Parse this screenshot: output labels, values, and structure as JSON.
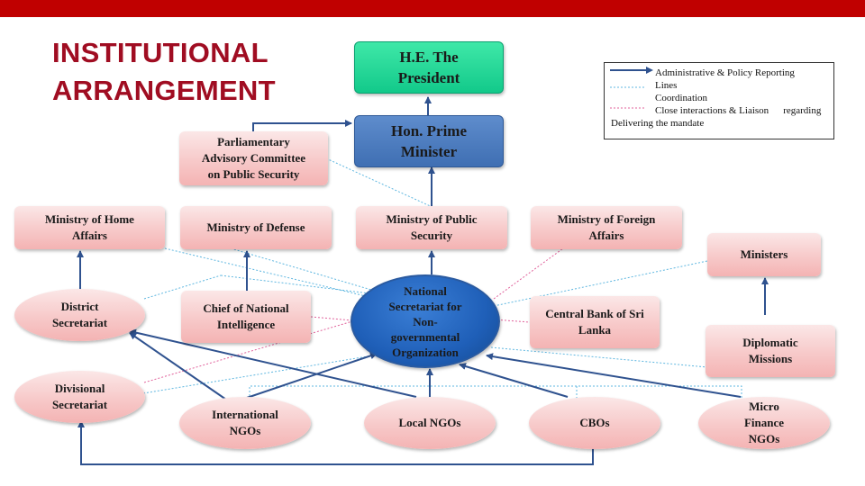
{
  "colors": {
    "top_bar": "#c00000",
    "title": "#a00d22",
    "president_fill": "#17c98c",
    "prime_minister_fill": "#4a7cc0",
    "secretariat_fill": "#2563be",
    "node_fill": "#f7c9c9",
    "reporting_line": "#2f528f",
    "coordination_line": "#5fb7e0",
    "liaison_line": "#e0609a"
  },
  "title": {
    "line1": "INSTITUTIONAL",
    "line2": "ARRANGEMENT"
  },
  "legend": {
    "reporting": "Administrative & Policy Reporting",
    "lines": "Lines",
    "coordination": "Coordination",
    "liaison_a": "Close interactions & Liaison",
    "liaison_b": "regarding",
    "liaison_c": "Delivering the mandate"
  },
  "nodes": {
    "president": {
      "line1": "H.E. The",
      "line2": "President"
    },
    "prime_minister": {
      "line1": "Hon. Prime",
      "line2": "Minister"
    },
    "parliamentary_committee": {
      "line1": "Parliamentary",
      "line2": "Advisory Committee",
      "line3": "on Public Security"
    },
    "home_affairs": {
      "line1": "Ministry of Home",
      "line2": "Affairs"
    },
    "defense": {
      "line1": "Ministry of Defense"
    },
    "public_security": {
      "line1": "Ministry of Public",
      "line2": "Security"
    },
    "foreign_affairs": {
      "line1": "Ministry of Foreign",
      "line2": "Affairs"
    },
    "ministers": {
      "line1": "Ministers"
    },
    "district_secretariat": {
      "line1": "District",
      "line2": "Secretariat"
    },
    "chief_intelligence": {
      "line1": "Chief of National",
      "line2": "Intelligence"
    },
    "ns_ngo": {
      "line1": "National",
      "line2": "Secretariat for",
      "line3": "Non-",
      "line4": "governmental",
      "line5": "Organization"
    },
    "central_bank": {
      "line1": "Central Bank of Sri",
      "line2": "Lanka"
    },
    "diplomatic_missions": {
      "line1": "Diplomatic",
      "line2": "Missions"
    },
    "divisional_secretariat": {
      "line1": "Divisional",
      "line2": "Secretariat"
    },
    "intl_ngos": {
      "line1": "International",
      "line2": "NGOs"
    },
    "local_ngos": {
      "line1": "Local NGOs"
    },
    "cbos": {
      "line1": "CBOs"
    },
    "micro_finance": {
      "line1": "Micro",
      "line2": "Finance",
      "line3": "NGOs"
    }
  }
}
